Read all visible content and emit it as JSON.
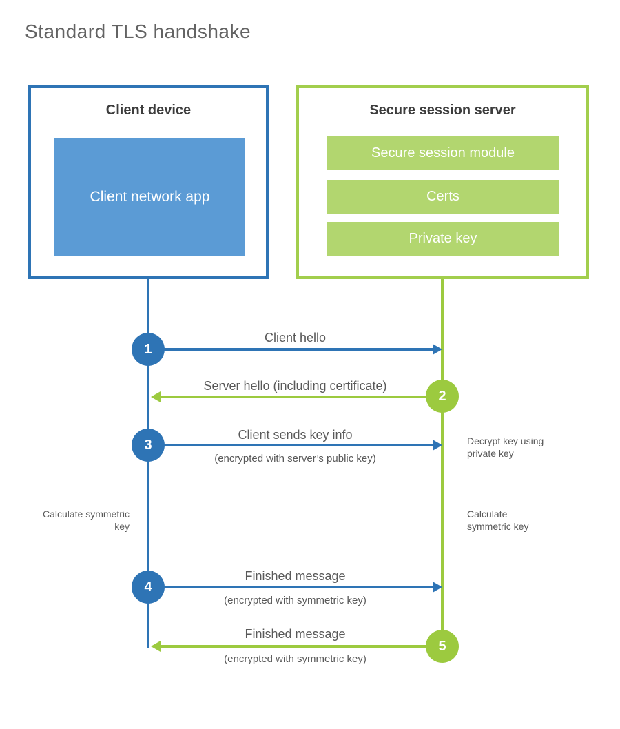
{
  "page": {
    "title": "Standard TLS handshake"
  },
  "colors": {
    "blue": "#2e74b5",
    "blue_light": "#5b9bd5",
    "green": "#9cca3f",
    "green_light": "#b2d66f",
    "text_dark": "#3d3d3d",
    "text_gray": "#595959"
  },
  "client": {
    "title": "Client device",
    "module": "Client network app"
  },
  "server": {
    "title": "Secure session server",
    "modules": [
      "Secure session module",
      "Certs",
      "Private key"
    ]
  },
  "messages": [
    {
      "step": "1",
      "from": "client",
      "to": "server",
      "label": "Client hello",
      "sublabel": ""
    },
    {
      "step": "2",
      "from": "server",
      "to": "client",
      "label": "Server hello (including certificate)",
      "sublabel": ""
    },
    {
      "step": "3",
      "from": "client",
      "to": "server",
      "label": "Client sends key info",
      "sublabel": "(encrypted with server’s public key)"
    },
    {
      "step": "4",
      "from": "client",
      "to": "server",
      "label": "Finished message",
      "sublabel": "(encrypted with symmetric key)"
    },
    {
      "step": "5",
      "from": "server",
      "to": "client",
      "label": "Finished message",
      "sublabel": "(encrypted with symmetric key)"
    }
  ],
  "notes": [
    {
      "side": "right",
      "text": "Decrypt key using private key"
    },
    {
      "side": "left",
      "text": "Calculate symmetric key"
    },
    {
      "side": "right",
      "text": "Calculate symmetric key"
    }
  ]
}
